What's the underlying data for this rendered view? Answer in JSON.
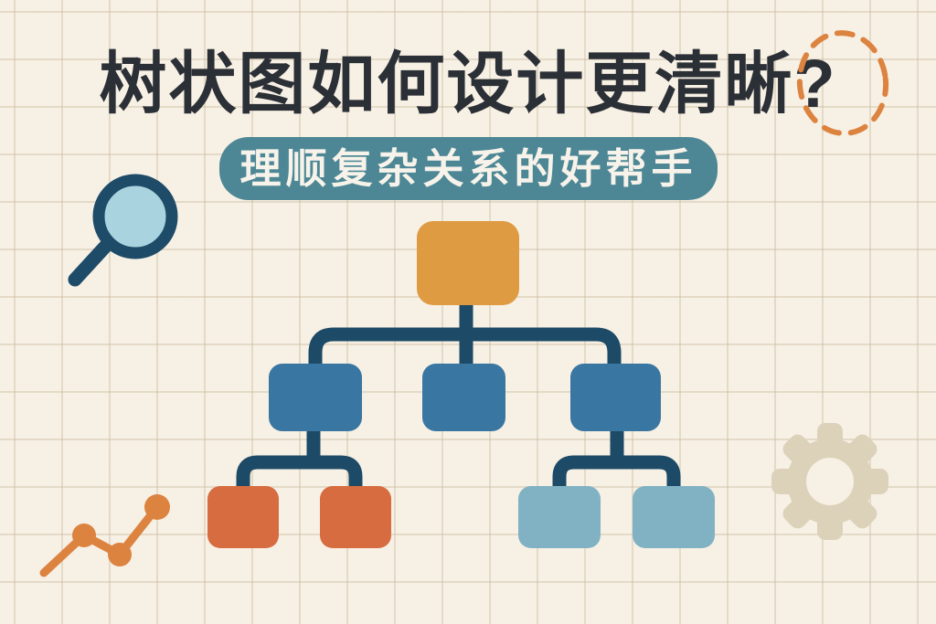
{
  "title": "树状图如何设计更清晰?",
  "subtitle": "理顺复杂关系的好帮手",
  "colors": {
    "background": "#F7F0E4",
    "grid_line": "#D9CBB4",
    "title_text": "#2B2F36",
    "subtitle_bg": "#4D8795",
    "subtitle_text": "#F7F3EA",
    "connector": "#1D4A66",
    "node_root": "#DE9B41",
    "node_branch": "#3A76A2",
    "node_leaf_left": "#D66C3F",
    "node_leaf_right": "#80B2C4",
    "accent_orange": "#DC8340",
    "gear": "#DCD2BA",
    "magnifier_ring": "#1E4B68",
    "magnifier_lens": "#A9D3DE"
  },
  "diagram": {
    "type": "tree",
    "orientation": "top-down",
    "node_labels": [],
    "nodes": [
      {
        "id": "root",
        "level": 1,
        "color_key": "node_root"
      },
      {
        "id": "branch-1",
        "level": 2,
        "color_key": "node_branch"
      },
      {
        "id": "branch-2",
        "level": 2,
        "color_key": "node_branch"
      },
      {
        "id": "branch-3",
        "level": 2,
        "color_key": "node_branch"
      },
      {
        "id": "leaf-1",
        "level": 3,
        "color_key": "node_leaf_left"
      },
      {
        "id": "leaf-2",
        "level": 3,
        "color_key": "node_leaf_left"
      },
      {
        "id": "leaf-3",
        "level": 3,
        "color_key": "node_leaf_right"
      },
      {
        "id": "leaf-4",
        "level": 3,
        "color_key": "node_leaf_right"
      }
    ],
    "edges": [
      [
        "root",
        "branch-1"
      ],
      [
        "root",
        "branch-2"
      ],
      [
        "root",
        "branch-3"
      ],
      [
        "branch-1",
        "leaf-1"
      ],
      [
        "branch-1",
        "leaf-2"
      ],
      [
        "branch-3",
        "leaf-3"
      ],
      [
        "branch-3",
        "leaf-4"
      ]
    ]
  },
  "decorations": [
    "magnifier-icon",
    "dashed-circle-highlight",
    "gear-icon",
    "trend-line-icon"
  ]
}
